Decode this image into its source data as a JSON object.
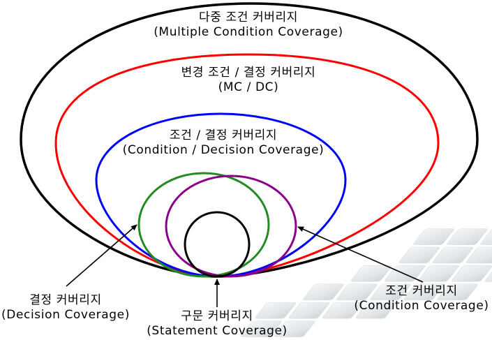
{
  "diagram": {
    "multiple_condition": {
      "ko": "다중 조건 커버리지",
      "en": "(Multiple Condition Coverage)",
      "color": "#000000"
    },
    "mcdc": {
      "ko": "변경 조건 / 결정 커버리지",
      "en": "(MC / DC)",
      "color": "#ff0000"
    },
    "condition_decision": {
      "ko": "조건 / 결정 커버리지",
      "en": "(Condition / Decision Coverage)",
      "color": "#0000ff"
    },
    "decision": {
      "ko": "결정 커버리지",
      "en": "(Decision Coverage)",
      "color": "#228b22"
    },
    "condition": {
      "ko": "조건 커버리지",
      "en": "(Condition Coverage)",
      "color": "#8b008b"
    },
    "statement": {
      "ko": "구문 커버리지",
      "en": "(Statement Coverage)",
      "color": "#000000"
    }
  }
}
